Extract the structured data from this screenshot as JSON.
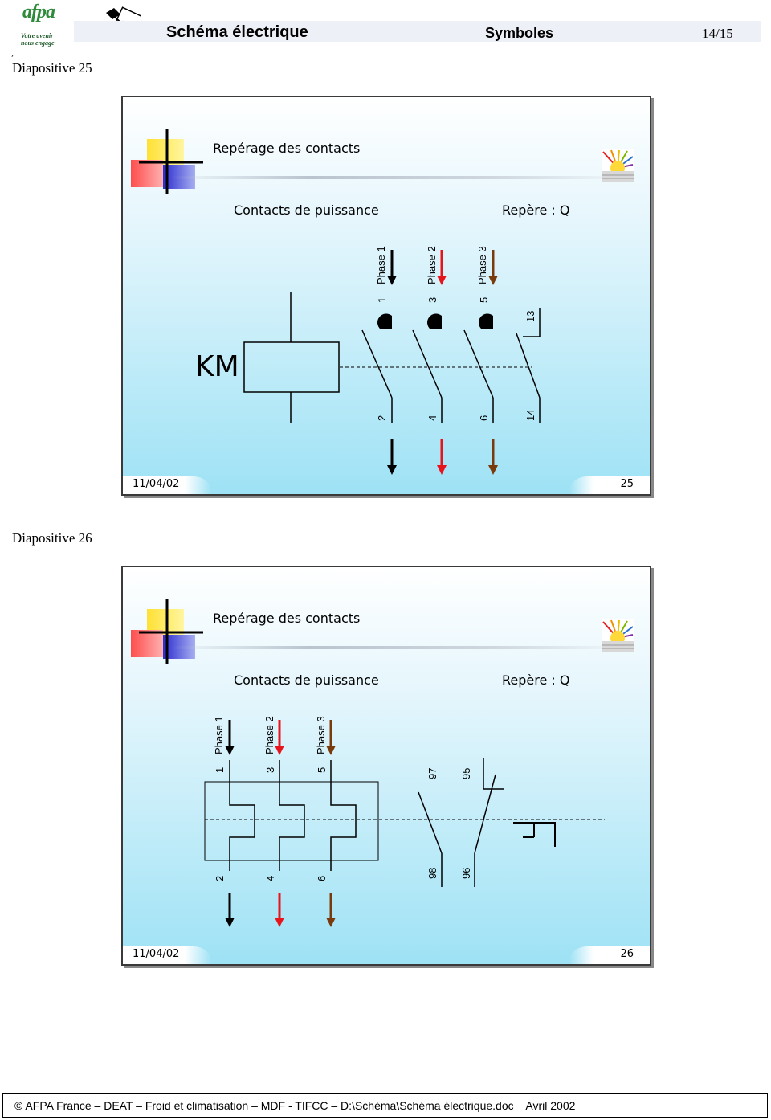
{
  "header": {
    "logo": "afpa",
    "slogan": "Votre avenir\nnous engage",
    "hand_icon": "hand-writing-icon",
    "title": "Schéma électrique",
    "section": "Symboles",
    "page": "14/15",
    "tick": ","
  },
  "slides": [
    {
      "caption": "Diapositive 25",
      "title": "Repérage des contacts",
      "subtitle": "Contacts de puissance",
      "repere": "Repère : Q",
      "component": "KM",
      "phases": [
        "Phase 1",
        "Phase 2",
        "Phase 3"
      ],
      "top_terminals": [
        "1",
        "3",
        "5",
        "13"
      ],
      "bottom_terminals": [
        "2",
        "4",
        "6",
        "14"
      ],
      "date": "11/04/02",
      "number": "25"
    },
    {
      "caption": "Diapositive 26",
      "title": "Repérage des contacts",
      "subtitle": "Contacts de puissance",
      "repere": "Repère : Q",
      "phases": [
        "Phase 1",
        "Phase 2",
        "Phase 3"
      ],
      "top_terminals": [
        "1",
        "3",
        "5",
        "97",
        "95"
      ],
      "bottom_terminals": [
        "2",
        "4",
        "6",
        "98",
        "96"
      ],
      "date": "11/04/02",
      "number": "26"
    }
  ],
  "colors": {
    "phase1": "#000000",
    "phase2": "#e8141b",
    "phase3": "#7a3b0c"
  },
  "footer": {
    "text": "© AFPA France – DEAT – Froid et climatisation – MDF - TIFCC – D:\\Schéma\\Schéma électrique.doc    Avril 2002"
  }
}
